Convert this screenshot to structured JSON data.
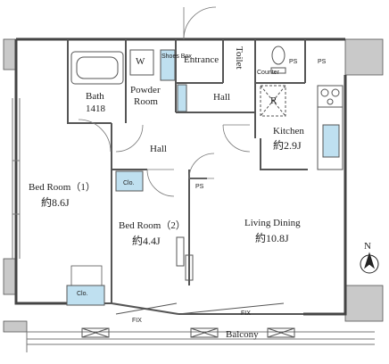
{
  "rooms": {
    "entrance": "Entrance",
    "toilet": "Toilet",
    "washer": "W",
    "shoes_box": "Shoes Box",
    "bath": "Bath",
    "bath_size": "1418",
    "powder": "Powder",
    "powder2": "Room",
    "hall_upper": "Hall",
    "hall_main": "Hall",
    "counter": "Counter",
    "ps_small": "PS",
    "ps_right": "PS",
    "ps_mid": "PS",
    "refrigerator": "R",
    "kitchen": "Kitchen",
    "kitchen_size": "約2.9J",
    "bed1": "Bed Room（1）",
    "bed1_size": "約8.6J",
    "bed2": "Bed Room（2）",
    "bed2_size": "約4.4J",
    "living": "Living Dining",
    "living_size": "約10.8J",
    "clo1": "Clo.",
    "clo2": "Clo.",
    "balcony": "Balcony",
    "fix1": "FIX",
    "fix2": "FIX",
    "compass": "N"
  }
}
